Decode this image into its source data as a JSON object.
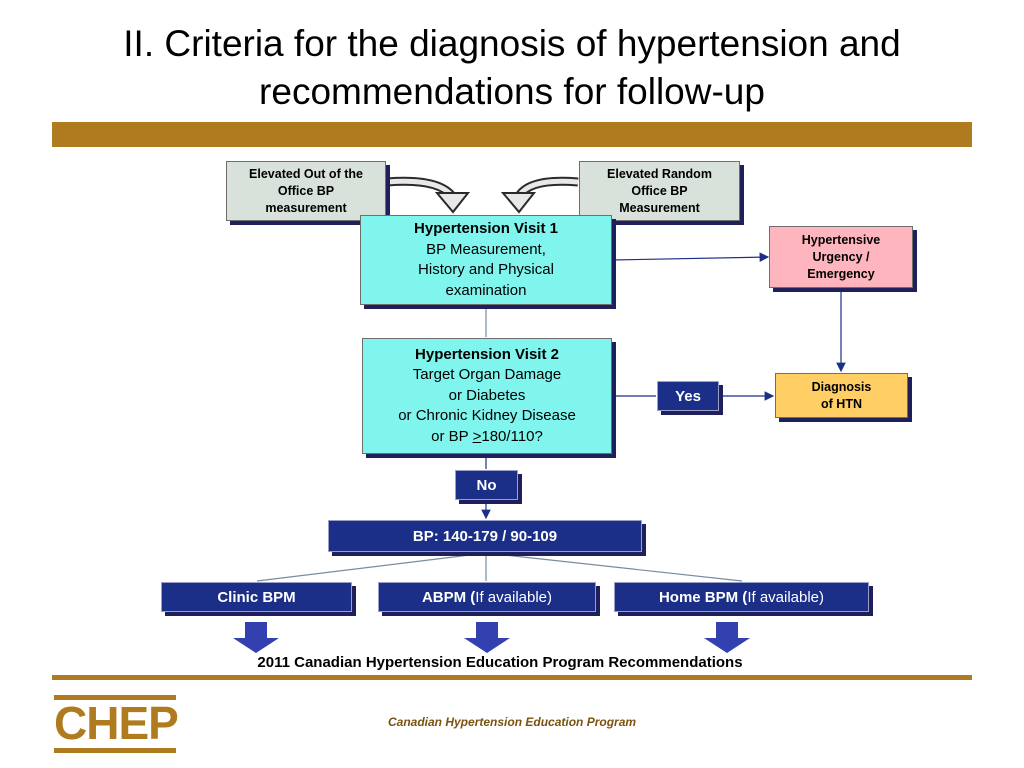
{
  "slide": {
    "title_line1": "II. Criteria for the diagnosis of hypertension and",
    "title_line2": "recommendations for follow-up"
  },
  "flow": {
    "elevated_office": {
      "line1": "Elevated Out of the",
      "line2": "Office BP",
      "line3": "measurement"
    },
    "elevated_random": {
      "line1": "Elevated Random",
      "line2": "Office BP",
      "line3": "Measurement"
    },
    "visit1": {
      "title": "Hypertension Visit 1",
      "line1": "BP Measurement,",
      "line2": "History and Physical",
      "line3": "examination"
    },
    "urgency": {
      "line1": "Hypertensive",
      "line2": "Urgency /",
      "line3": "Emergency"
    },
    "visit2": {
      "title": "Hypertension Visit 2",
      "line1": "Target Organ Damage",
      "line2": "or Diabetes",
      "line3": "or Chronic Kidney Disease",
      "line4_prefix": "or BP ",
      "line4_ge": ">",
      "line4_value": "180/110?"
    },
    "yes_label": "Yes",
    "no_label": "No",
    "diagnosis": {
      "line1": "Diagnosis",
      "line2": "of HTN"
    },
    "bp_range": "BP: 140-179 / 90-109",
    "clinic": "Clinic BPM",
    "abpm": {
      "bold": "ABPM (",
      "light": "If available)"
    },
    "home": {
      "bold": "Home BPM (",
      "light": "If available)"
    }
  },
  "footer": {
    "recommendation": "2011 Canadian Hypertension Education Program Recommendations",
    "logo": "CHEP",
    "organization": "Canadian Hypertension Education Program"
  },
  "colors": {
    "gold": "#b07a1e",
    "navy": "#1b2f88",
    "cyan": "#7ff5ee",
    "pink": "#ffb5bd",
    "orange": "#ffcf66",
    "gray_green": "#d8e2da"
  }
}
